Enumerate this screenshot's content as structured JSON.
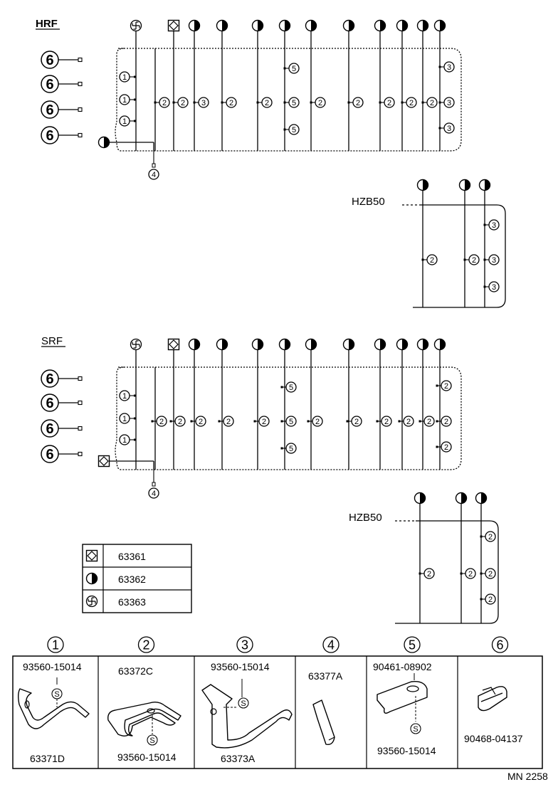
{
  "sections": {
    "hrf": {
      "label": "HRF"
    },
    "srf": {
      "label": "SRF"
    },
    "hzb50_top": {
      "label": "HZB50"
    },
    "hzb50_bottom": {
      "label": "HZB50"
    }
  },
  "legend": [
    {
      "symbol": "square-diamond-icon",
      "part_no": "63361"
    },
    {
      "symbol": "half-circle-icon",
      "part_no": "63362"
    },
    {
      "symbol": "swastika-clip-icon",
      "part_no": "63363"
    }
  ],
  "clips": [
    {
      "num": "1",
      "parts": [
        "93560-15014",
        "63371D"
      ]
    },
    {
      "num": "2",
      "parts": [
        "63372C",
        "93560-15014"
      ]
    },
    {
      "num": "3",
      "parts": [
        "93560-15014",
        "63373A"
      ]
    },
    {
      "num": "4",
      "parts": [
        "63377A"
      ]
    },
    {
      "num": "5",
      "parts": [
        "90461-08902",
        "93560-15014"
      ]
    },
    {
      "num": "6",
      "parts": [
        "90468-04137"
      ]
    }
  ],
  "s_mark": "S",
  "footer": {
    "code": "MN 2258"
  }
}
